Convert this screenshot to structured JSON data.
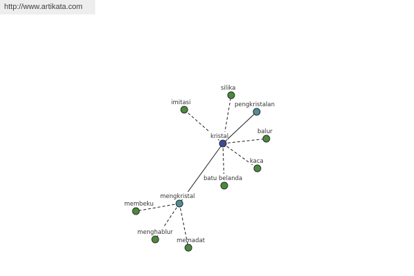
{
  "source_url": "http://www.artikata.com",
  "colors": {
    "center": "#3d4a9a",
    "primary": "#4e8e95",
    "leaf": "#4a8a3c",
    "url_bar_bg": "#eeeeee"
  },
  "nodes": {
    "kristal": "kristal",
    "pengkristalan": "pengkristalan",
    "mengkristal": "mengkristal",
    "silika": "silika",
    "imitasi": "imitasi",
    "balur": "balur",
    "kaca": "kaca",
    "batu_belanda": "batu belanda",
    "membeku": "membeku",
    "menghablur": "menghablur",
    "memadat": "memadat"
  }
}
